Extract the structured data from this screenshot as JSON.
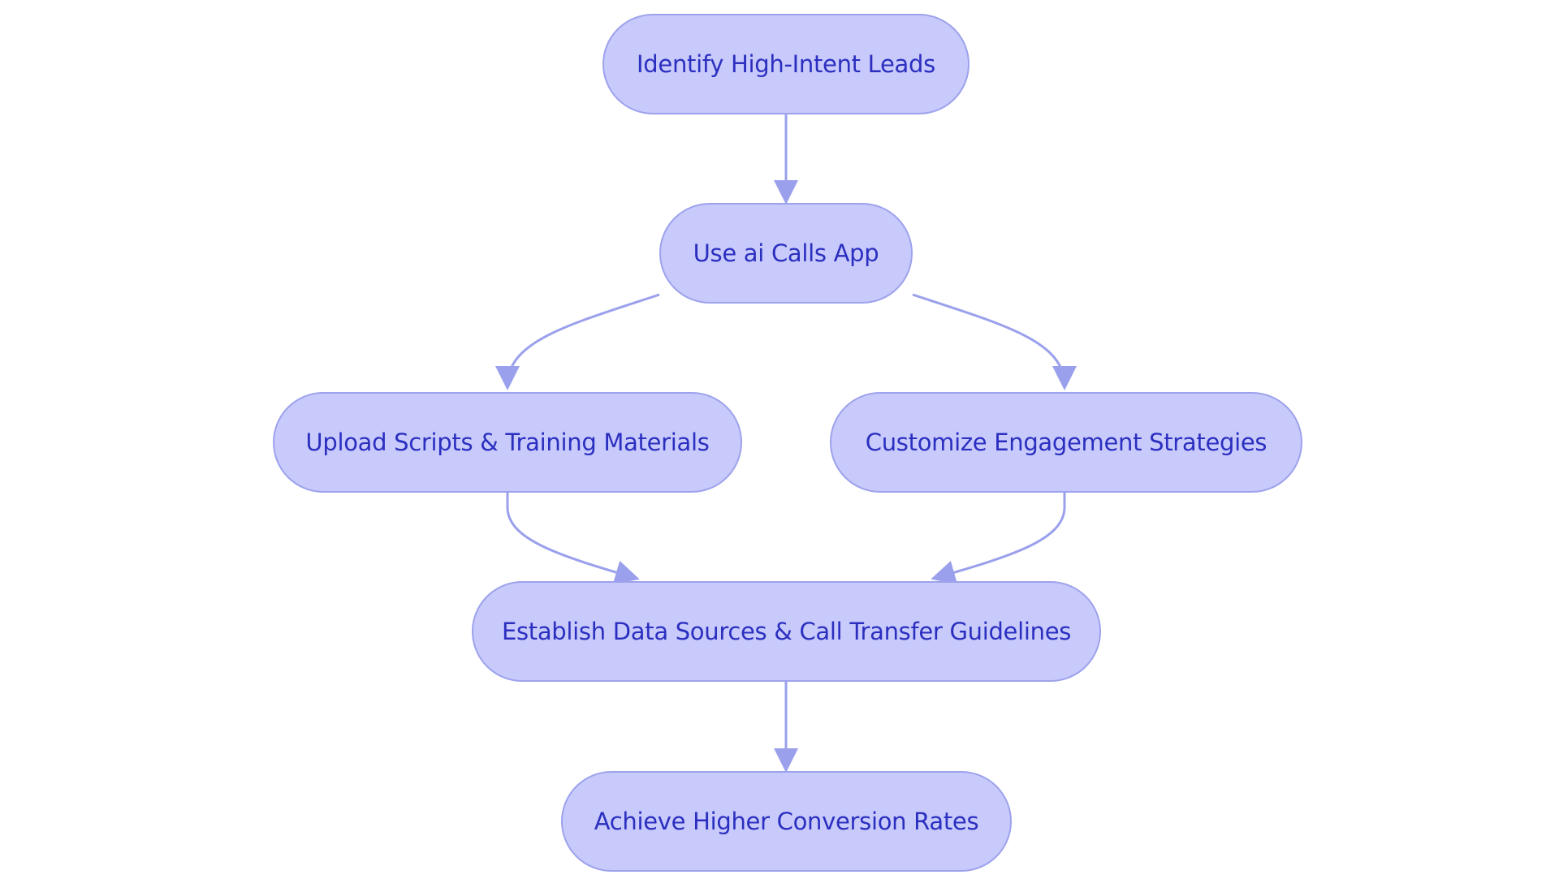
{
  "colors": {
    "node_fill": "#c8cafc",
    "node_border": "#9da2ec",
    "node_text": "#2b2fbf",
    "edge": "#9aa0ec"
  },
  "nodes": [
    {
      "id": "identify",
      "label": "Identify High-Intent Leads"
    },
    {
      "id": "use-app",
      "label": "Use ai Calls App"
    },
    {
      "id": "upload",
      "label": "Upload Scripts & Training Materials"
    },
    {
      "id": "customize",
      "label": "Customize Engagement Strategies"
    },
    {
      "id": "establish",
      "label": "Establish Data Sources & Call Transfer Guidelines"
    },
    {
      "id": "achieve",
      "label": "Achieve Higher Conversion Rates"
    }
  ],
  "edges": [
    {
      "from": "identify",
      "to": "use-app"
    },
    {
      "from": "use-app",
      "to": "upload"
    },
    {
      "from": "use-app",
      "to": "customize"
    },
    {
      "from": "upload",
      "to": "establish"
    },
    {
      "from": "customize",
      "to": "establish"
    },
    {
      "from": "establish",
      "to": "achieve"
    }
  ]
}
